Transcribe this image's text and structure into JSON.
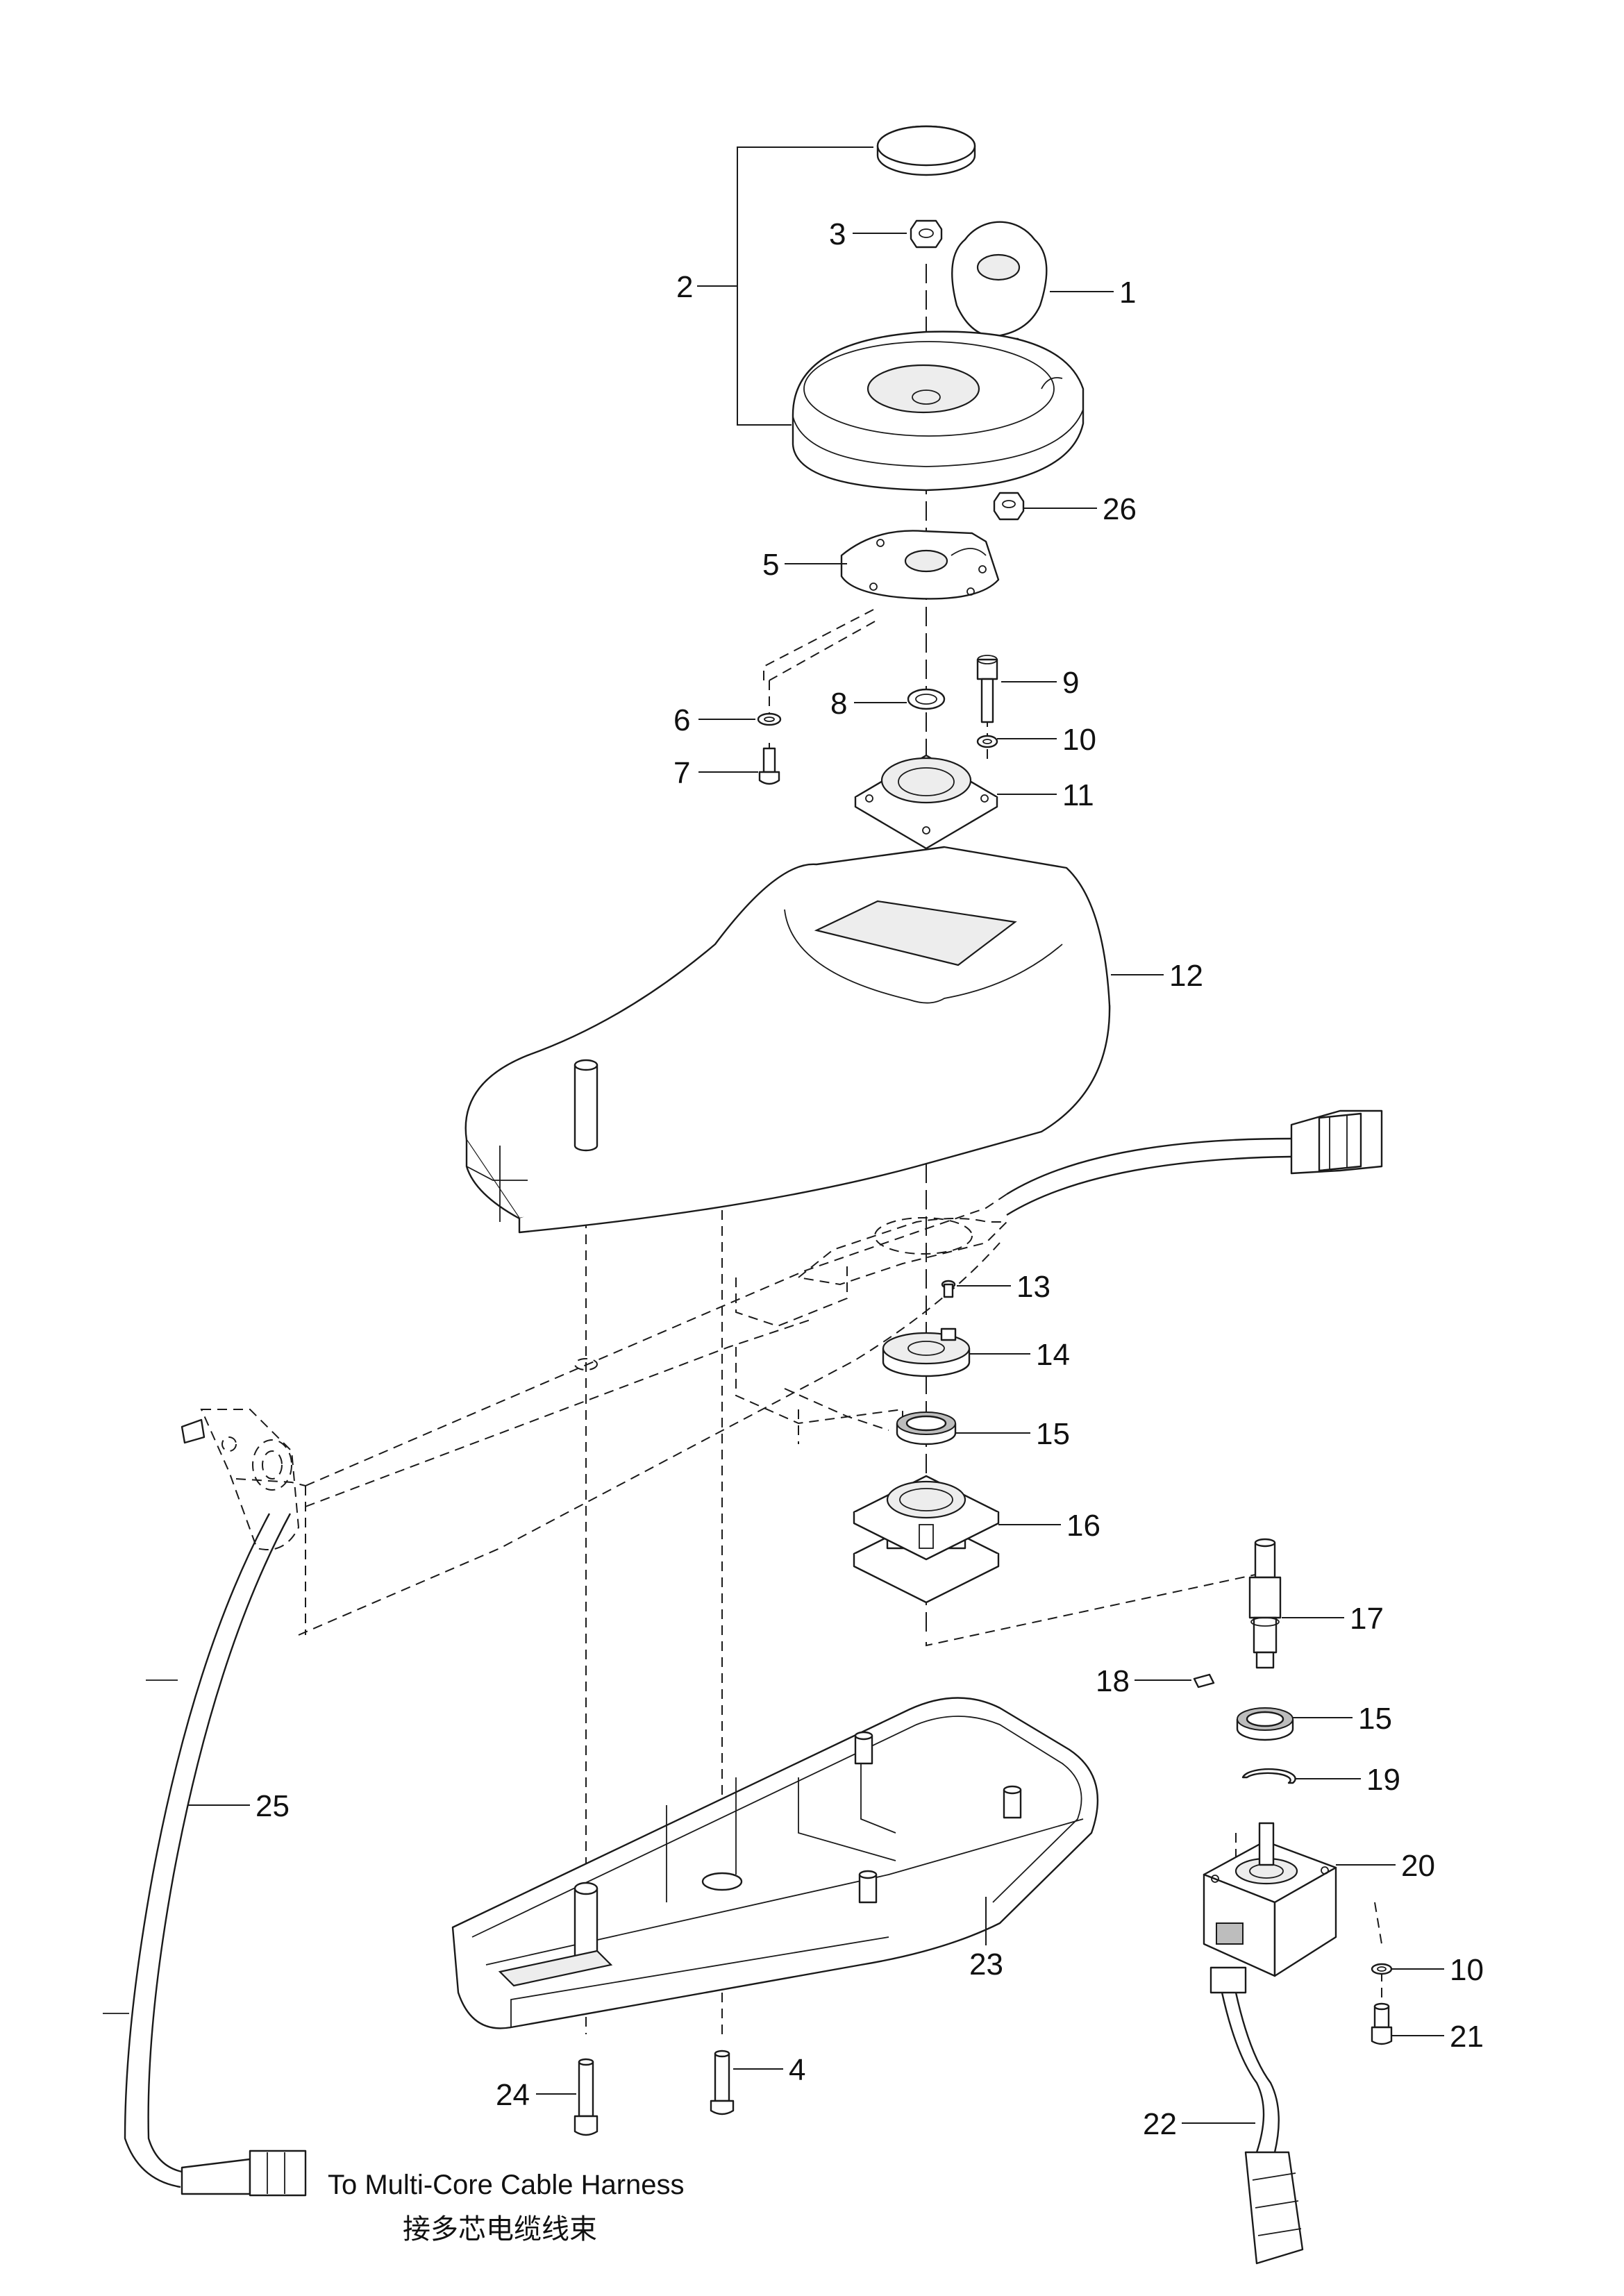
{
  "callouts": [
    {
      "id": "1",
      "text": "1"
    },
    {
      "id": "2",
      "text": "2"
    },
    {
      "id": "3",
      "text": "3"
    },
    {
      "id": "4",
      "text": "4"
    },
    {
      "id": "5",
      "text": "5"
    },
    {
      "id": "6",
      "text": "6"
    },
    {
      "id": "7",
      "text": "7"
    },
    {
      "id": "8",
      "text": "8"
    },
    {
      "id": "9",
      "text": "9"
    },
    {
      "id": "10a",
      "text": "10"
    },
    {
      "id": "10b",
      "text": "10"
    },
    {
      "id": "11",
      "text": "11"
    },
    {
      "id": "12",
      "text": "12"
    },
    {
      "id": "13",
      "text": "13"
    },
    {
      "id": "14",
      "text": "14"
    },
    {
      "id": "15a",
      "text": "15"
    },
    {
      "id": "15b",
      "text": "15"
    },
    {
      "id": "16",
      "text": "16"
    },
    {
      "id": "17",
      "text": "17"
    },
    {
      "id": "18",
      "text": "18"
    },
    {
      "id": "19",
      "text": "19"
    },
    {
      "id": "20",
      "text": "20"
    },
    {
      "id": "21",
      "text": "21"
    },
    {
      "id": "22",
      "text": "22"
    },
    {
      "id": "23",
      "text": "23"
    },
    {
      "id": "24",
      "text": "24"
    },
    {
      "id": "25",
      "text": "25"
    },
    {
      "id": "26",
      "text": "26"
    }
  ],
  "caption": {
    "english": "To Multi-Core Cable Harness",
    "chinese": "接多芯电缆线束"
  }
}
